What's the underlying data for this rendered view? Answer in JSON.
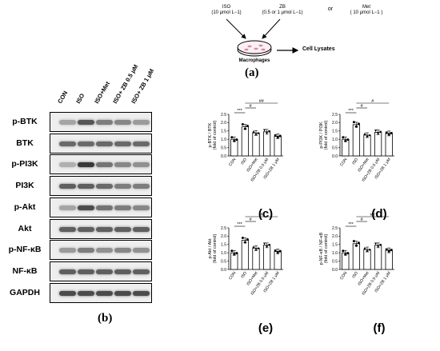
{
  "schematic": {
    "iso_label": "ISO",
    "iso_dose": "(10 μmol L−1)",
    "zb_label": "ZB",
    "zb_dose": "(0.5 or 1 μmol L−1)",
    "or_text": "or",
    "met_label": "Met",
    "met_dose": "( 10 μmol L−1 )",
    "macrophages": "Macrophages",
    "cell_lysates": "Cell Lysates",
    "panel": "(a)"
  },
  "blot": {
    "panel": "(b)",
    "lanes": [
      "CON",
      "ISO",
      "ISO+Met",
      "ISO+ ZB 0.5 μM",
      "ISO+ ZB 1 μM"
    ],
    "rows": [
      {
        "label": "p-BTK",
        "intensity": [
          0.35,
          0.75,
          0.55,
          0.5,
          0.4
        ]
      },
      {
        "label": "BTK",
        "intensity": [
          0.65,
          0.65,
          0.65,
          0.65,
          0.65
        ]
      },
      {
        "label": "p-PI3K",
        "intensity": [
          0.3,
          0.9,
          0.6,
          0.5,
          0.45
        ]
      },
      {
        "label": "PI3K",
        "intensity": [
          0.7,
          0.7,
          0.65,
          0.55,
          0.55
        ]
      },
      {
        "label": "p-Akt",
        "intensity": [
          0.35,
          0.8,
          0.6,
          0.55,
          0.5
        ]
      },
      {
        "label": "Akt",
        "intensity": [
          0.7,
          0.7,
          0.7,
          0.7,
          0.7
        ]
      },
      {
        "label": "p-NF-κB",
        "intensity": [
          0.4,
          0.55,
          0.45,
          0.5,
          0.45
        ]
      },
      {
        "label": "NF-κB",
        "intensity": [
          0.7,
          0.7,
          0.7,
          0.7,
          0.7
        ]
      },
      {
        "label": "GAPDH",
        "intensity": [
          0.8,
          0.8,
          0.8,
          0.8,
          0.8
        ]
      }
    ]
  },
  "chart_data": [
    {
      "type": "bar",
      "panel": "(c)",
      "ylabel": "p-BTK / BTK",
      "ylabel2": "(fold of control)",
      "categories": [
        "CON",
        "ISO",
        "ISO+Met",
        "ISO+ZB 0.5 μM",
        "ISO+ZB 1 μM"
      ],
      "values": [
        1.0,
        1.75,
        1.38,
        1.45,
        1.18
      ],
      "ylim": [
        0,
        2.5
      ],
      "yticks": [
        "0.0",
        "0.5",
        "1.0",
        "1.5",
        "2.0",
        "2.5"
      ],
      "significance": [
        {
          "from": 0,
          "to": 1,
          "label": "***"
        },
        {
          "from": 1,
          "to": 2,
          "label": "#"
        },
        {
          "from": 1,
          "to": 4,
          "label": "##"
        }
      ]
    },
    {
      "type": "bar",
      "panel": "(d)",
      "ylabel": "p-PI3K / PI3K",
      "ylabel2": "(fold of control)",
      "categories": [
        "CON",
        "ISO",
        "ISO+Met",
        "ISO+ZB 0.5 μM",
        "ISO+ZB 1 μM"
      ],
      "values": [
        1.0,
        1.88,
        1.25,
        1.42,
        1.35
      ],
      "ylim": [
        0,
        2.5
      ],
      "yticks": [
        "0.0",
        "0.5",
        "1.0",
        "1.5",
        "2.0",
        "2.5"
      ],
      "significance": [
        {
          "from": 0,
          "to": 1,
          "label": "***"
        },
        {
          "from": 1,
          "to": 2,
          "label": "#"
        },
        {
          "from": 1,
          "to": 4,
          "label": "#"
        }
      ]
    },
    {
      "type": "bar",
      "panel": "(e)",
      "ylabel": "p-Akt / Akt",
      "ylabel2": "(fold of control)",
      "categories": [
        "CON",
        "ISO",
        "ISO+Met",
        "ISO+ZB 0.5 μM",
        "ISO+ZB 1 μM"
      ],
      "values": [
        1.0,
        1.75,
        1.28,
        1.45,
        1.08
      ],
      "ylim": [
        0,
        2.5
      ],
      "yticks": [
        "0.0",
        "0.5",
        "1.0",
        "1.5",
        "2.0",
        "2.5"
      ],
      "significance": [
        {
          "from": 0,
          "to": 1,
          "label": "***"
        },
        {
          "from": 1,
          "to": 2,
          "label": "#"
        },
        {
          "from": 1,
          "to": 4,
          "label": "#"
        }
      ]
    },
    {
      "type": "bar",
      "panel": "(f)",
      "ylabel": "p-NF-κB / NF-κB",
      "ylabel2": "(fold of control)",
      "categories": [
        "CON",
        "ISO",
        "ISO+Met",
        "ISO+ZB 0.5 μM",
        "ISO+ZB 1 μM"
      ],
      "values": [
        1.0,
        1.55,
        1.2,
        1.45,
        1.15
      ],
      "ylim": [
        0,
        2.5
      ],
      "yticks": [
        "0.0",
        "0.5",
        "1.0",
        "1.5",
        "2.0",
        "2.5"
      ],
      "significance": [
        {
          "from": 0,
          "to": 1,
          "label": "***"
        },
        {
          "from": 1,
          "to": 2,
          "label": "#"
        },
        {
          "from": 1,
          "to": 4,
          "label": "##"
        }
      ]
    }
  ]
}
